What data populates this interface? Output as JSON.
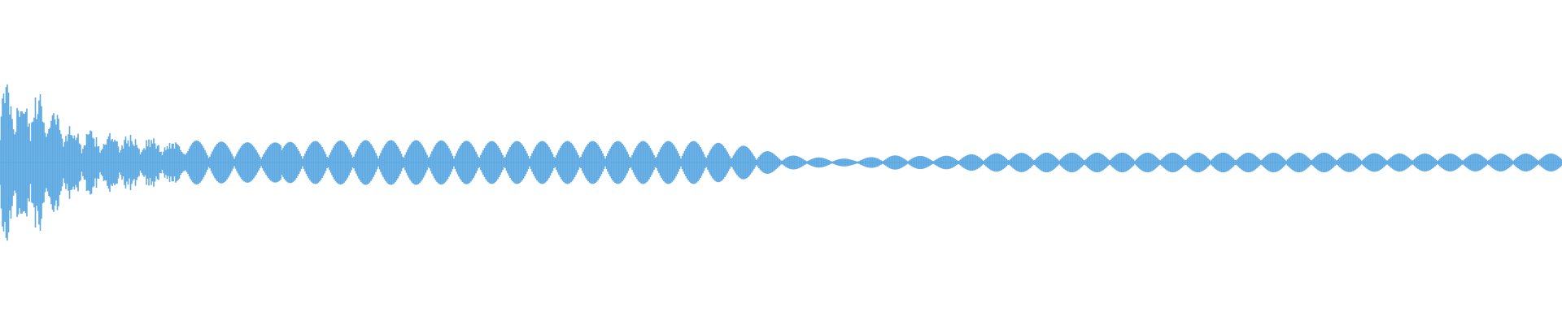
{
  "waveform": {
    "color": "#5DA9E1",
    "background": "#FFFFFF",
    "envelope": [
      {
        "t": 0.0,
        "amp": 1.0
      },
      {
        "t": 0.006,
        "amp": 0.93
      },
      {
        "t": 0.012,
        "amp": 0.88
      },
      {
        "t": 0.02,
        "amp": 0.82
      },
      {
        "t": 0.03,
        "amp": 0.78
      },
      {
        "t": 0.045,
        "amp": 0.44
      },
      {
        "t": 0.06,
        "amp": 0.35
      },
      {
        "t": 0.08,
        "amp": 0.33
      },
      {
        "t": 0.1,
        "amp": 0.28
      },
      {
        "t": 0.13,
        "amp": 0.24
      },
      {
        "t": 0.17,
        "amp": 0.22
      },
      {
        "t": 0.2,
        "amp": 0.24
      },
      {
        "t": 0.23,
        "amp": 0.25
      },
      {
        "t": 0.27,
        "amp": 0.25
      },
      {
        "t": 0.31,
        "amp": 0.24
      },
      {
        "t": 0.36,
        "amp": 0.24
      },
      {
        "t": 0.41,
        "amp": 0.24
      },
      {
        "t": 0.45,
        "amp": 0.24
      },
      {
        "t": 0.48,
        "amp": 0.18
      },
      {
        "t": 0.5,
        "amp": 0.09
      },
      {
        "t": 0.52,
        "amp": 0.06
      },
      {
        "t": 0.545,
        "amp": 0.04
      },
      {
        "t": 0.57,
        "amp": 0.08
      },
      {
        "t": 0.6,
        "amp": 0.07
      },
      {
        "t": 0.63,
        "amp": 0.1
      },
      {
        "t": 0.66,
        "amp": 0.11
      },
      {
        "t": 0.7,
        "amp": 0.11
      },
      {
        "t": 0.75,
        "amp": 0.11
      },
      {
        "t": 0.8,
        "amp": 0.11
      },
      {
        "t": 0.85,
        "amp": 0.11
      },
      {
        "t": 0.9,
        "amp": 0.1
      },
      {
        "t": 0.95,
        "amp": 0.1
      },
      {
        "t": 1.0,
        "amp": 0.1
      }
    ]
  }
}
